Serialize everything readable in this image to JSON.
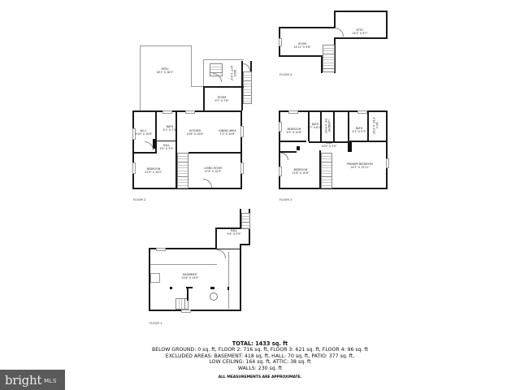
{
  "floors": {
    "floor2": {
      "label": "FLOOR 2",
      "rooms": {
        "patio": {
          "name": "PATIO",
          "dim": "18'1\" X 18'2\""
        },
        "deck": {
          "name": "DECK",
          "dim": "10'7\" X 6'4\""
        },
        "room": {
          "name": "ROOM",
          "dim": "9'7\" X 7'6\""
        },
        "wic": {
          "name": "W.I.C.",
          "dim": "5'10\" X 10'6\""
        },
        "bath": {
          "name": "BATH",
          "dim": "5'1\" X 7'3\""
        },
        "hall": {
          "name": "HALL",
          "dim": "5'5\" X 3'3\""
        },
        "kitchen": {
          "name": "KITCHEN",
          "dim": "10'6\" X 10'6\""
        },
        "dining": {
          "name": "DINING AREA",
          "dim": "7'1\" X 10'6\""
        },
        "bedroom": {
          "name": "BEDROOM",
          "dim": "11'5\" X 10'2\""
        },
        "living": {
          "name": "LIVING ROOM",
          "dim": "17'9\" X 10'3\""
        }
      }
    },
    "floor3": {
      "label": "FLOOR 3",
      "rooms": {
        "bedroom1": {
          "name": "BEDROOM",
          "dim": "9'3\" X 10'6\""
        },
        "bath1": {
          "name": "BATH",
          "dim": "4'7\" X 6'10\""
        },
        "laundry": {
          "name": "LAUNDRY",
          "dim": "3'6\" X 6'10\""
        },
        "bath2": {
          "name": "BATH",
          "dim": "4'1\" X 5'3\""
        },
        "wic": {
          "name": "W.I.C.",
          "dim": "4'10\" X 5'10\""
        },
        "hall": {
          "name": "HALL",
          "dim": "10'0\" X 3'5\""
        },
        "bedroom2": {
          "name": "BEDROOM",
          "dim": "11'8\" X 10'6\""
        },
        "primary": {
          "name": "PRIMARY BEDROOM",
          "dim": "14'2\" X 13'11\""
        }
      }
    },
    "floor4": {
      "label": "FLOOR 4",
      "rooms": {
        "room": {
          "name": "ROOM",
          "dim": "14'11\" X 9'8\""
        },
        "attic": {
          "name": "ATTIC",
          "dim": "14'2\" X 9'7\""
        }
      }
    },
    "floor1": {
      "label": "FLOOR 1",
      "rooms": {
        "hall": {
          "name": "HALL",
          "dim": "9'4\" X 3'9\""
        },
        "basement": {
          "name": "BASEMENT",
          "dim": "21'8\" X 14'9\""
        }
      }
    }
  },
  "summary": {
    "total": "TOTAL: 1433 sq. ft",
    "line1": "BELOW GROUND: 0 sq. ft, FLOOR 2: 716 sq. ft, FLOOR 3: 621 sq. ft, FLOOR 4: 96 sq. ft",
    "line2": "EXCLUDED AREAS: BASEMENT: 418 sq. ft, HALL: 70 sq. ft, PATIO: 377 sq. ft,",
    "line3": "LOW CEILING: 164 sq. ft, ATTIC: 38 sq. ft",
    "line4": "WALLS: 230 sq. ft",
    "note": "ALL MEASUREMENTS ARE APPROXIMATE."
  },
  "logo": {
    "brand": "bright",
    "suffix": "MLS"
  }
}
